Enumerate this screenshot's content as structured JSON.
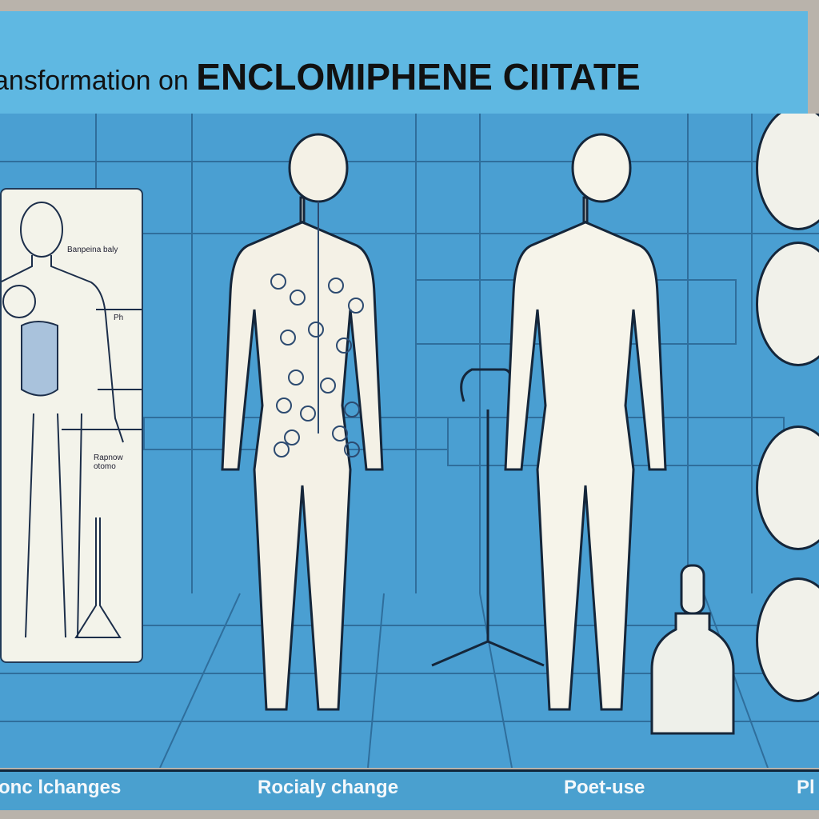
{
  "title": {
    "prefix": "ansformation on",
    "main": "ENCLOMIPHENE CIITATE"
  },
  "panel": {
    "labels": [
      "Banpeina baly",
      "Ph",
      "Rapnow otomo"
    ]
  },
  "captions": [
    "onc lchanges",
    "Rocialy change",
    "Poet-use",
    "Pl"
  ],
  "colors": {
    "banner": "#5fb8e2",
    "scene": "#4a9fd2",
    "skin": "#f4f1e6",
    "outline": "#15263a"
  }
}
